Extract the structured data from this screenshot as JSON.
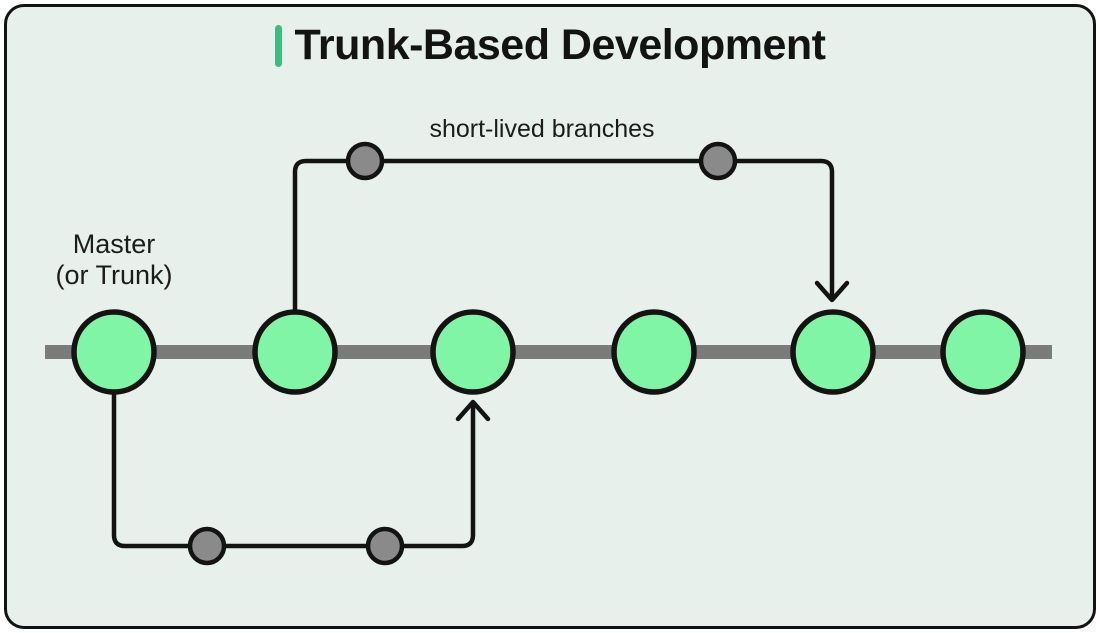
{
  "title": {
    "text": "Trunk-Based Development"
  },
  "labels": {
    "branches": "short-lived branches",
    "master_line1": "Master",
    "master_line2": "(or Trunk)"
  },
  "colors": {
    "page-bg": "#ffffff",
    "panel-bg": "#e8f0ec",
    "ink": "#131313",
    "text": "#1c1c1c",
    "accent-green": "#3dbb80",
    "commit-green": "#80f5a5",
    "commit-gray": "#8a8a8a",
    "trunk-gray": "#7b7b7b"
  },
  "diagram": {
    "type": "git-branching-diagram",
    "trunk": {
      "label": "Master (or Trunk)",
      "commit_count": 6
    },
    "branches": [
      {
        "position": "above-trunk",
        "label": "short-lived branches",
        "commit_count": 2,
        "forks_from_trunk_commit": 2,
        "merges_into_trunk_commit": 5
      },
      {
        "position": "below-trunk",
        "label": "short-lived branches",
        "commit_count": 2,
        "forks_from_trunk_commit": 1,
        "merges_into_trunk_commit": 3
      }
    ]
  }
}
